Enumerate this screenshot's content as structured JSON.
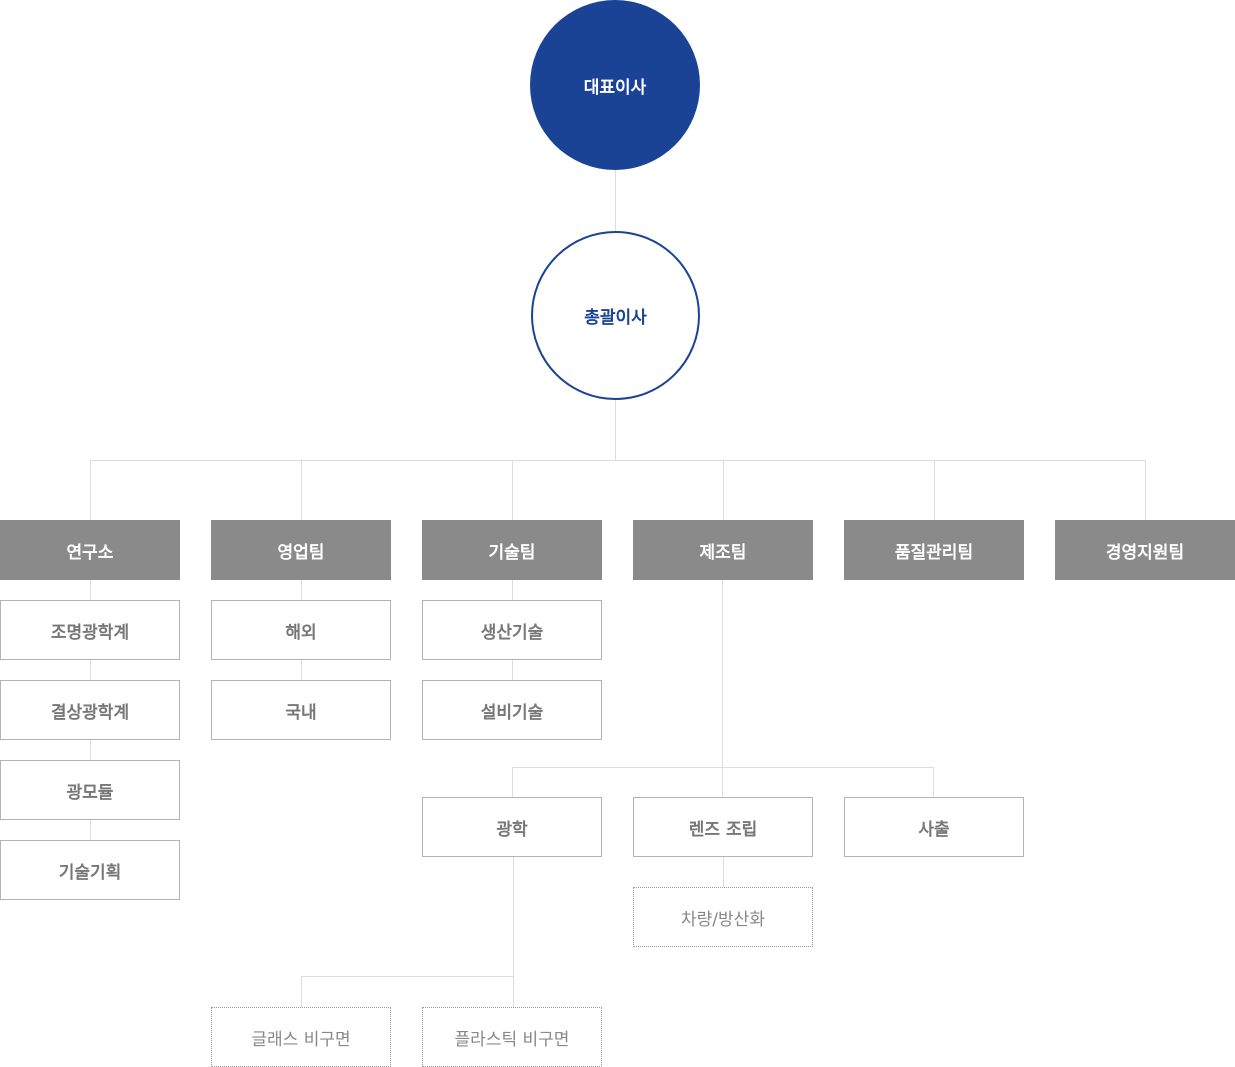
{
  "ceo": "대표이사",
  "gm": "총괄이사",
  "teams": {
    "research": "연구소",
    "sales": "영업팀",
    "tech": "기술팀",
    "mfg": "제조팀",
    "quality": "품질관리팀",
    "admin": "경영지원팀"
  },
  "research_units": [
    "조명광학계",
    "결상광학계",
    "광모듈",
    "기술기획"
  ],
  "sales_units": [
    "해외",
    "국내"
  ],
  "tech_units": [
    "생산기술",
    "설비기술"
  ],
  "mfg_units": {
    "optics": "광학",
    "lens": "렌즈 조립",
    "injection": "사출"
  },
  "lens_sub": "차량/방산화",
  "optics_subs": [
    "글래스 비구면",
    "플라스틱 비구면"
  ]
}
